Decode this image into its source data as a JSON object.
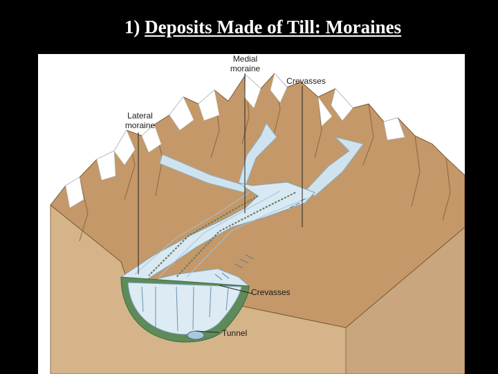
{
  "slide": {
    "title_prefix": "1) ",
    "title_main": "Deposits Made of Till: Moraines"
  },
  "diagram": {
    "labels": {
      "medial_line1": "Medial",
      "medial_line2": "moraine",
      "crevasses_top": "Crevasses",
      "lateral_line1": "Lateral",
      "lateral_line2": "moraine",
      "crevasses_front": "Crevasses",
      "tunnel": "Tunnel"
    }
  },
  "colors": {
    "background": "#000000",
    "rock": "#c9a67d",
    "ice": "#cfe3ef",
    "snow": "#ffffff",
    "moraine": "#5f8a5a"
  }
}
